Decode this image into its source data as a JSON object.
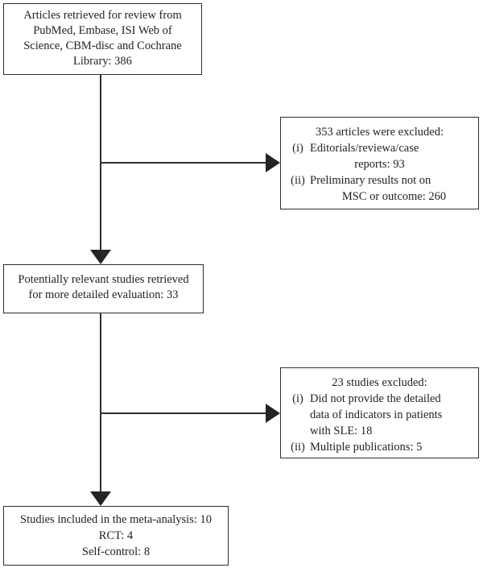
{
  "colors": {
    "background": "#ffffff",
    "line": "#2d2d2d",
    "text": "#231f20"
  },
  "boxes": {
    "retrieved": {
      "lines": [
        "Articles retrieved for review from",
        "PubMed, Embase, ISI Web of",
        "Science, CBM-disc and Cochrane",
        "Library: 386"
      ]
    },
    "excluded1": {
      "title": "353 articles were excluded:",
      "items": [
        {
          "marker": "(i)",
          "line1": "Editorials/reviewa/case",
          "line2": "reports: 93"
        },
        {
          "marker": "(ii)",
          "line1": "Preliminary results not on",
          "line2": "MSC or outcome: 260"
        }
      ]
    },
    "relevant": {
      "lines": [
        "Potentially relevant studies retrieved",
        "for more detailed evaluation: 33"
      ]
    },
    "excluded2": {
      "title": "23 studies excluded:",
      "items": [
        {
          "marker": "(i)",
          "lines": [
            "Did not provide the detailed",
            "data of indicators in patients",
            "with SLE: 18"
          ]
        },
        {
          "marker": "(ii)",
          "lines": [
            "Multiple publications: 5"
          ]
        }
      ]
    },
    "included": {
      "lines": [
        "Studies included in the meta-analysis: 10",
        "RCT: 4",
        "Self-control: 8"
      ]
    }
  }
}
